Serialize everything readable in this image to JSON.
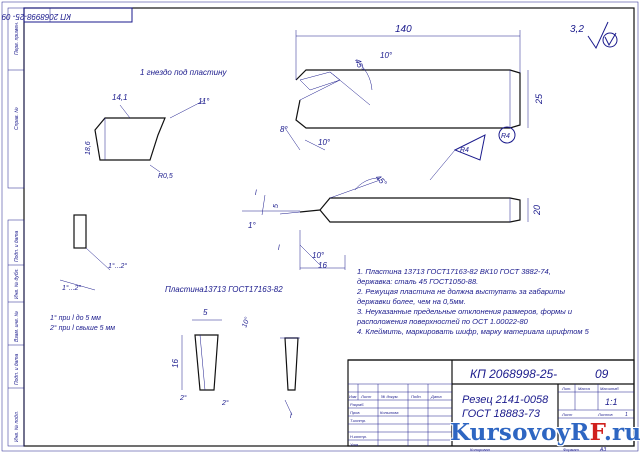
{
  "stamp_top": "КП 2068998-25-   09",
  "surface_roughness": "3,2",
  "view_label": "1 гнездо под пластину",
  "plate_label": "Пластина13713 ГОСТ17163-82",
  "notes": [
    "1. Пластина 13713 ГОСТ17163-82 ВК10 ГОСТ 3882-74,",
    "   державка: сталь 45 ГОСТ1050-88.",
    "2. Режущая пластина не должна выступать за габариты",
    "   державки более, чем на 0,5мм.",
    "3. Неуказанные предельные отклонения размеров, формы и",
    "   расположения поверхностей по ОСТ 1.00022-80",
    "4. Клеймить, маркировать шифр, марку материала шрифтом 5"
  ],
  "tolerance_notes": [
    "1° при l до 5 мм",
    "2° при l свыше 5 мм"
  ],
  "dimensions": {
    "length": "140",
    "height": "25",
    "width": "20",
    "angle_10_a": "10°",
    "angle_8": "8°",
    "angle_10_b": "10°",
    "radius_r4": "R4",
    "dim_14_1": "14,1",
    "dim_18_6": "18,6",
    "dim_r0_5": "R0,5",
    "angle_11": "11°",
    "angle_45": "45°",
    "dim_l_a": "l",
    "dim_l_b": "l",
    "dim_16": "16",
    "dim_5": "5",
    "dim_16_plate": "16",
    "dim_5_plate": "5",
    "angle_1": "1°",
    "angle_2": "2°",
    "angle_10_c": "10°",
    "angle_1_2": "1°...2°",
    "angle_1_2_b": "1°...2°",
    "angle_2_plate": "2°",
    "angle_2_plate_b": "2°"
  },
  "title_block": {
    "designation": "КП 2068998-25-",
    "designation_suffix": "09",
    "name_line1": "Резец 2141-0058",
    "name_line2": "ГОСТ 18883-73",
    "headers": [
      "Изм",
      "Лист",
      "№ докум.",
      "Подп.",
      "Дата"
    ],
    "rows": [
      "Разраб.",
      "Пров.",
      "Т.контр.",
      "",
      "Н.контр.",
      "Утв."
    ],
    "developer": "Копылова",
    "col_lit": "Лит.",
    "col_mass": "Масса",
    "col_scale": "Масштаб",
    "scale_value": "1:1",
    "sheet": "Лист",
    "sheets": "Листов",
    "sheets_value": "1",
    "copied": "Копировал",
    "format": "Формат",
    "format_value": "A3"
  },
  "side_stamps": [
    "Инв. № подл.",
    "Подп. и дата",
    "Взам. инв. №",
    "Инв. № дубл.",
    "Подп. и дата"
  ],
  "top_stamp": [
    "Перв. примен.",
    "Справ. №"
  ],
  "logo": {
    "main": "KursovoyR",
    "accent": "F",
    "suffix": ".ru"
  }
}
